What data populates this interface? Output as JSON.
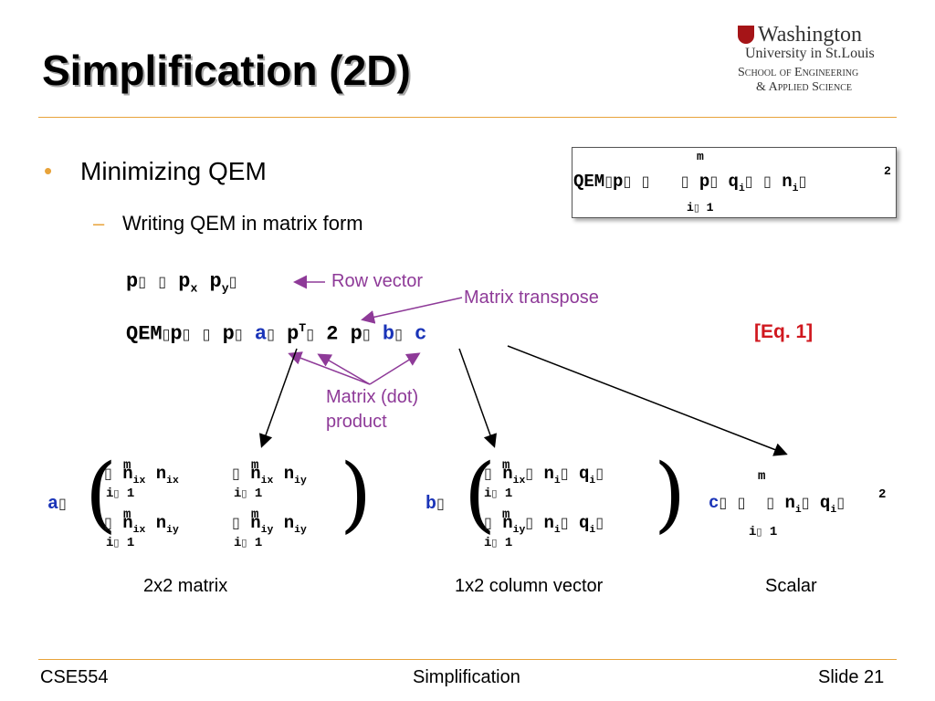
{
  "slide": {
    "title": "Simplification (2D)",
    "logo": {
      "line1": "Washington",
      "line2": "University in St.Louis",
      "line3": "School of Engineering",
      "line4": "& Applied Science"
    },
    "bullet1": "Minimizing QEM",
    "bullet2": "Writing QEM in matrix form",
    "labels": {
      "row_vector": "Row vector",
      "matrix_transpose": "Matrix transpose",
      "eq_ref": "[Eq. 1]",
      "dot_product_1": "Matrix (dot)",
      "dot_product_2": "product"
    },
    "captions": {
      "a": "2x2 matrix",
      "b": "1x2 column vector",
      "c": "Scalar"
    },
    "footer": {
      "left": "CSE554",
      "center": "Simplification",
      "right": "Slide 21"
    }
  },
  "colors": {
    "accent": "#e8a33a",
    "blue": "#1a34b8",
    "purple": "#8e3a98",
    "red": "#d0181f"
  }
}
